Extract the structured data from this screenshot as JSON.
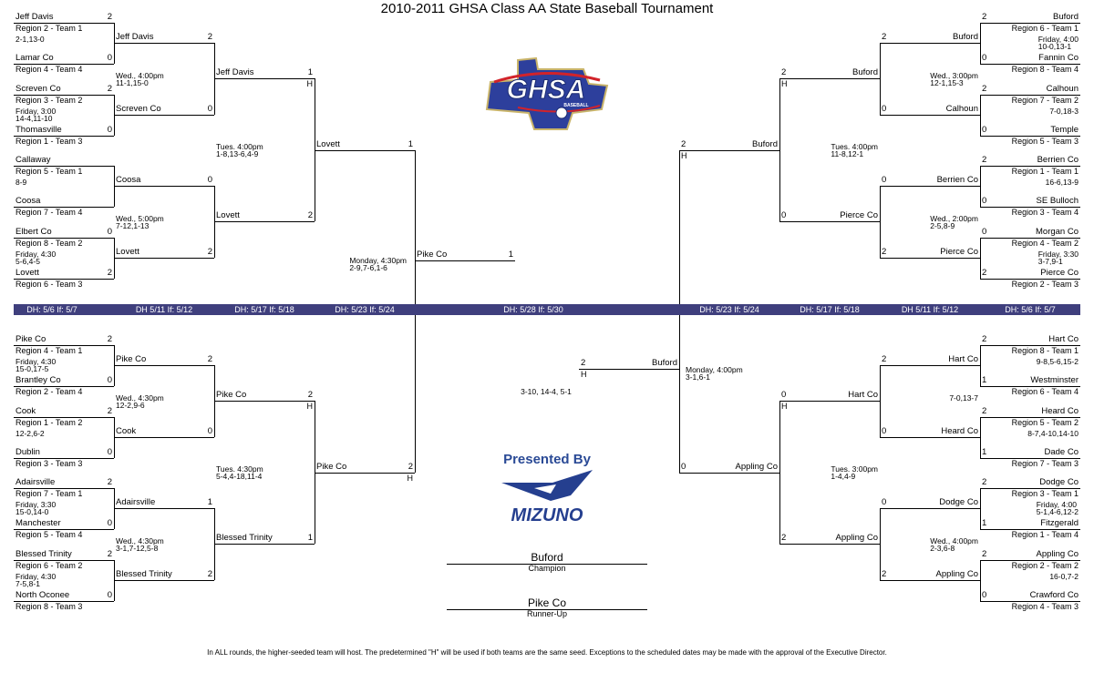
{
  "title": "2010-2011 GHSA Class AA State Baseball Tournament",
  "logos": {
    "ghsa": "GHSA",
    "ghsa_sub": "BASEBALL",
    "sponsor": "MIZUNO",
    "presented_by": "Presented By"
  },
  "band_labels": [
    "DH: 5/6 If: 5/7",
    "DH 5/11 If: 5/12",
    "DH: 5/17 If: 5/18",
    "DH: 5/23 If: 5/24",
    "DH: 5/28 If: 5/30",
    "DH: 5/23 If: 5/24",
    "DH: 5/17 If: 5/18",
    "DH 5/11 If: 5/12",
    "DH: 5/6 If: 5/7"
  ],
  "quadrants": {
    "top_left": {
      "r1": [
        {
          "top": {
            "name": "Jeff Davis",
            "seed": "Region 2 - Team 1",
            "score": "2"
          },
          "bottom": {
            "name": "Lamar Co",
            "seed": "Region 4 - Team 4",
            "score": "0"
          },
          "result": "2-1,13-0"
        },
        {
          "top": {
            "name": "Screven Co",
            "seed": "Region 3 - Team 2",
            "score": "2"
          },
          "bottom": {
            "name": "Thomasville",
            "seed": "Region 1 - Team 3",
            "score": "0"
          },
          "result": "Friday, 3:00\n14-4,11-10"
        },
        {
          "top": {
            "name": "Callaway",
            "seed": "Region 5 - Team 1"
          },
          "bottom": {
            "name": "Coosa",
            "seed": "Region 7 - Team 4"
          },
          "result": "8-9"
        },
        {
          "top": {
            "name": "Elbert Co",
            "seed": "Region 8 - Team 2",
            "score": "0"
          },
          "bottom": {
            "name": "Lovett",
            "seed": "Region 6 - Team 3",
            "score": "2"
          },
          "result": "Friday, 4:30\n5-6,4-5"
        }
      ],
      "r2": [
        {
          "top": {
            "name": "Jeff Davis",
            "score": "2"
          },
          "bottom": {
            "name": "Screven Co",
            "score": "0"
          },
          "result": "Wed., 4:00pm\n11-1,15-0"
        },
        {
          "top": {
            "name": "Coosa",
            "score": "0"
          },
          "bottom": {
            "name": "Lovett",
            "score": "2"
          },
          "result": "Wed., 5:00pm\n7-12,1-13"
        }
      ],
      "r3": {
        "top": {
          "name": "Jeff Davis",
          "score": "1",
          "host": "H"
        },
        "bottom": {
          "name": "Lovett",
          "score": "2"
        },
        "result": "Tues. 4:00pm\n1-8,13-6,4-9"
      },
      "r4": {
        "name": "Lovett",
        "score": "1"
      }
    },
    "bottom_left": {
      "r1": [
        {
          "top": {
            "name": "Pike Co",
            "seed": "Region 4 - Team 1",
            "score": "2"
          },
          "bottom": {
            "name": "Brantley Co",
            "seed": "Region 2 - Team 4",
            "score": "0"
          },
          "result": "Friday, 4:30\n15-0,17-5"
        },
        {
          "top": {
            "name": "Cook",
            "seed": "Region 1 - Team 2",
            "score": "2"
          },
          "bottom": {
            "name": "Dublin",
            "seed": "Region 3 - Team 3",
            "score": "0"
          },
          "result": "12-2,6-2"
        },
        {
          "top": {
            "name": "Adairsville",
            "seed": "Region 7 - Team 1",
            "score": "2"
          },
          "bottom": {
            "name": "Manchester",
            "seed": "Region 5 - Team 4",
            "score": "0"
          },
          "result": "Friday, 3:30\n15-0,14-0"
        },
        {
          "top": {
            "name": "Blessed Trinity",
            "seed": "Region 6 - Team 2",
            "score": "2"
          },
          "bottom": {
            "name": "North Oconee",
            "seed": "Region 8 - Team 3",
            "score": "0"
          },
          "result": "Friday, 4:30\n7-5,8-1"
        }
      ],
      "r2": [
        {
          "top": {
            "name": "Pike Co",
            "score": "2"
          },
          "bottom": {
            "name": "Cook",
            "score": "0"
          },
          "result": "Wed., 4:30pm\n12-2,9-6"
        },
        {
          "top": {
            "name": "Adairsville",
            "score": "1"
          },
          "bottom": {
            "name": "Blessed Trinity",
            "score": "2"
          },
          "result": "Wed., 4:30pm\n3-1,7-12,5-8"
        }
      ],
      "r3": {
        "top": {
          "name": "Pike Co",
          "score": "2",
          "host": "H"
        },
        "bottom": {
          "name": "Blessed Trinity",
          "score": "1"
        },
        "result": "Tues. 4:30pm\n5-4,4-18,11-4"
      },
      "r4": {
        "name": "Pike Co",
        "score": "2",
        "host": "H"
      }
    },
    "top_right": {
      "r1": [
        {
          "top": {
            "name": "Buford",
            "seed": "Region 6 - Team 1",
            "score": "2"
          },
          "bottom": {
            "name": "Fannin Co",
            "seed": "Region 8 - Team 4",
            "score": "0"
          },
          "result": "Friday, 4:00\n10-0,13-1"
        },
        {
          "top": {
            "name": "Calhoun",
            "seed": "Region 7 - Team 2",
            "score": "2"
          },
          "bottom": {
            "name": "Temple",
            "seed": "Region 5 - Team 3",
            "score": "0"
          },
          "result": "7-0,18-3"
        },
        {
          "top": {
            "name": "Berrien Co",
            "seed": "Region 1 - Team 1",
            "score": "2"
          },
          "bottom": {
            "name": "SE Bulloch",
            "seed": "Region 3 - Team 4",
            "score": "0"
          },
          "result": "16-6,13-9"
        },
        {
          "top": {
            "name": "Morgan Co",
            "seed": "Region 4 - Team 2",
            "score": "0"
          },
          "bottom": {
            "name": "Pierce Co",
            "seed": "Region 2 - Team 3",
            "score": "2"
          },
          "result": "Friday, 3:30\n3-7,9-1"
        }
      ],
      "r2": [
        {
          "top": {
            "name": "Buford",
            "score": "2"
          },
          "bottom": {
            "name": "Calhoun",
            "score": "0"
          },
          "result": "Wed., 3:00pm\n12-1,15-3"
        },
        {
          "top": {
            "name": "Berrien Co",
            "score": "0"
          },
          "bottom": {
            "name": "Pierce Co",
            "score": "2"
          },
          "result": "Wed., 2:00pm\n2-5,8-9"
        }
      ],
      "r3": {
        "top": {
          "name": "Buford",
          "score": "2",
          "host": "H"
        },
        "bottom": {
          "name": "Pierce Co",
          "score": "0"
        },
        "result": "Tues. 4:00pm\n11-8,12-1"
      },
      "r4": {
        "name": "Buford",
        "score": "2",
        "host": "H"
      }
    },
    "bottom_right": {
      "r1": [
        {
          "top": {
            "name": "Hart Co",
            "seed": "Region 8 - Team 1",
            "score": "2"
          },
          "bottom": {
            "name": "Westminster",
            "seed": "Region 6 - Team 4",
            "score": "1"
          },
          "result": "9-8,5-6,15-2"
        },
        {
          "top": {
            "name": "Heard Co",
            "seed": "Region 5 - Team 2",
            "score": "2"
          },
          "bottom": {
            "name": "Dade Co",
            "seed": "Region 7 - Team 3",
            "score": "1"
          },
          "result": "8-7,4-10,14-10"
        },
        {
          "top": {
            "name": "Dodge Co",
            "seed": "Region 3 - Team 1",
            "score": "2"
          },
          "bottom": {
            "name": "Fitzgerald",
            "seed": "Region 1 - Team 4",
            "score": "1"
          },
          "result": "Friday, 4:00\n5-1,4-6,12-2"
        },
        {
          "top": {
            "name": "Appling Co",
            "seed": "Region 2 - Team 2",
            "score": "2"
          },
          "bottom": {
            "name": "Crawford Co",
            "seed": "Region 4 - Team 3",
            "score": "0"
          },
          "result": "16-0,7-2"
        }
      ],
      "r2": [
        {
          "top": {
            "name": "Hart Co",
            "score": "2"
          },
          "bottom": {
            "name": "Heard Co",
            "score": "0"
          },
          "result": "7-0,13-7"
        },
        {
          "top": {
            "name": "Dodge Co",
            "score": "0"
          },
          "bottom": {
            "name": "Appling Co",
            "score": "2"
          },
          "result": "Wed., 4:00pm\n2-3,6-8"
        }
      ],
      "r3": {
        "top": {
          "name": "Hart Co",
          "score": "0",
          "host": "H"
        },
        "bottom": {
          "name": "Appling Co",
          "score": "2"
        },
        "result": "Tues. 3:00pm\n1-4,4-9"
      },
      "r4": {
        "name": "Appling Co",
        "score": "0"
      }
    }
  },
  "semifinals": {
    "left": {
      "name": "Pike Co",
      "score": "1",
      "result": "Monday, 4:30pm\n2-9,7-6,1-6"
    },
    "right": {
      "name": "Buford",
      "score": "2",
      "host": "H",
      "result": "Monday, 4:00pm\n3-1,6-1"
    }
  },
  "final": {
    "result": "3-10, 14-4, 5-1"
  },
  "champion": {
    "name": "Buford",
    "label": "Champion"
  },
  "runner_up": {
    "name": "Pike Co",
    "label": "Runner-Up"
  },
  "footer": "In ALL rounds, the higher-seeded team will host.  The predetermined \"H\" will be used if both teams are the same seed.  Exceptions to the scheduled dates may be made with the approval of the Executive Director."
}
